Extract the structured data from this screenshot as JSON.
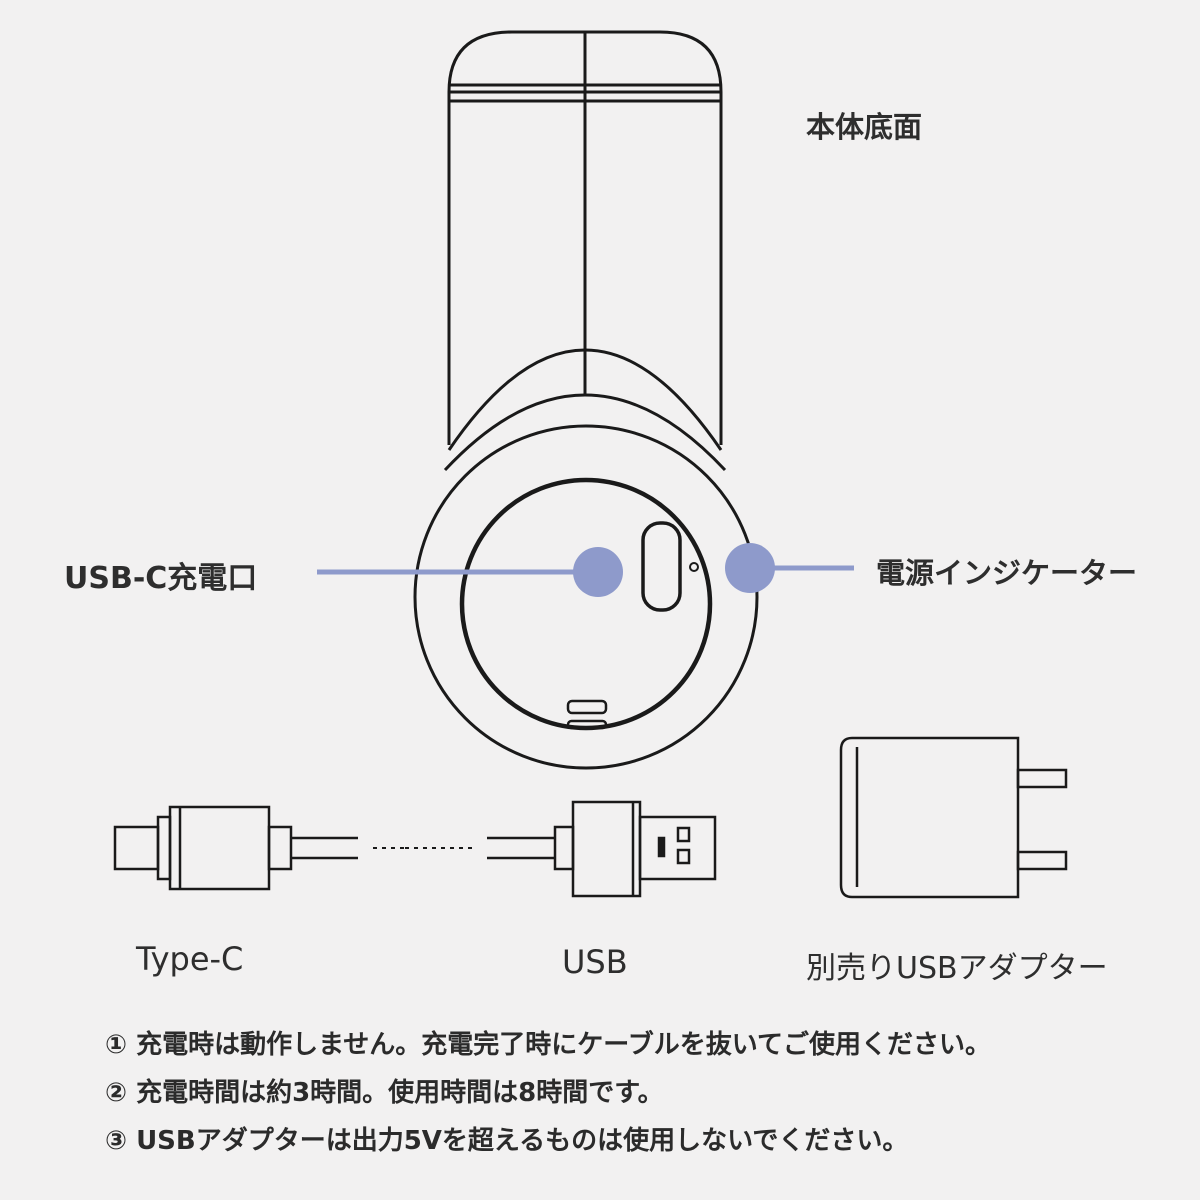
{
  "diagram": {
    "title": "本体底面",
    "callouts": [
      {
        "label": "USB-C充電口",
        "target": "usb-c-charging-port"
      },
      {
        "label": "電源インジケーター",
        "target": "power-indicator"
      }
    ],
    "accessories": [
      {
        "label": "Type-C"
      },
      {
        "label": "USB"
      },
      {
        "label": "別売りUSBアダプター"
      }
    ],
    "notes": [
      "① 充電時は動作しません。充電完了時にケーブルを抜いてご使用ください。",
      "② 充電時間は約3時間。使用時間は8時間です。",
      "③ USBアダプターは出力5Vを超えるものは使用しないでください。"
    ],
    "colors": {
      "background": "#f2f1f1",
      "line": "#1a1a1a",
      "callout_accent": "#8e9acb",
      "text": "#2b2b2b"
    }
  }
}
